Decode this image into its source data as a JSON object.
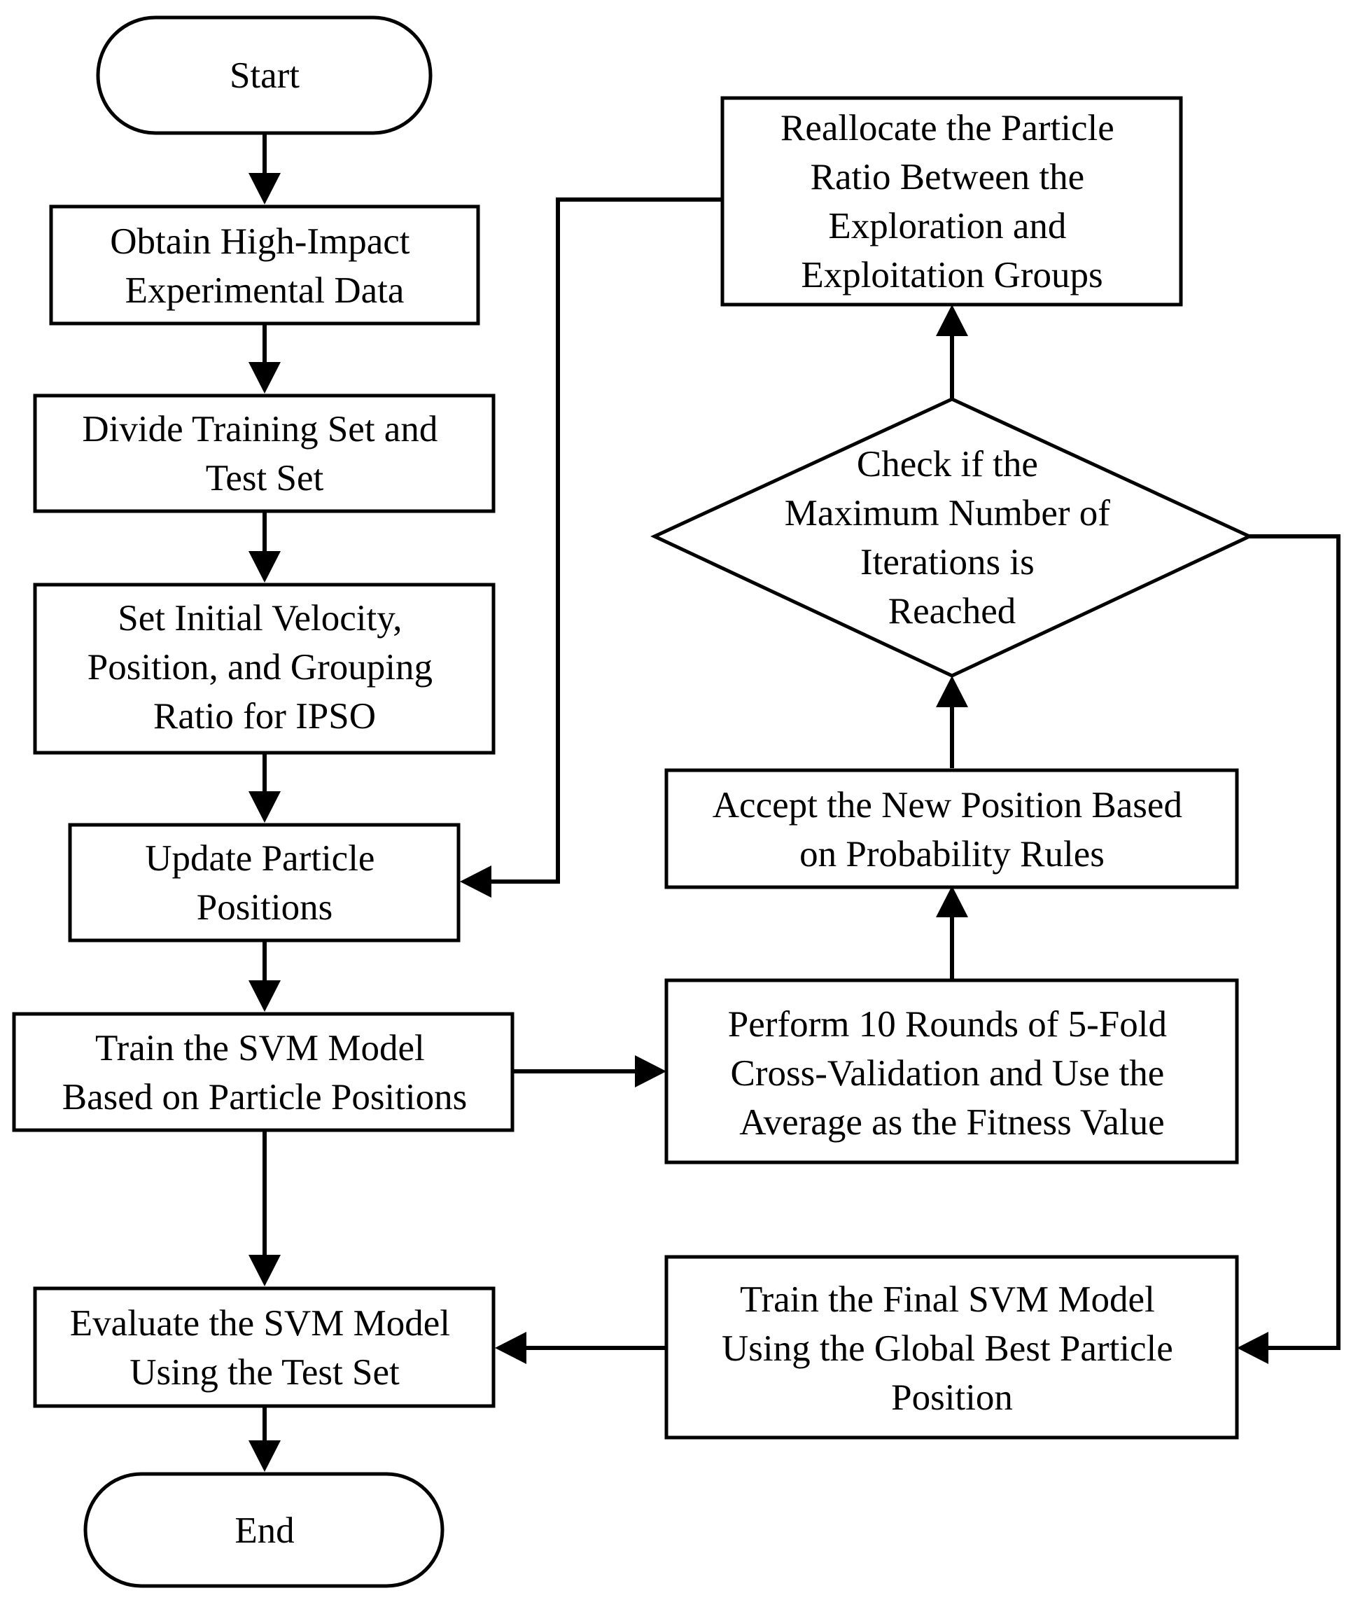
{
  "nodes": {
    "start": {
      "lines": [
        "Start"
      ]
    },
    "obtain": {
      "lines": [
        "Obtain High-Impact",
        "Experimental Data"
      ]
    },
    "divide": {
      "lines": [
        "Divide Training Set and",
        "Test Set"
      ]
    },
    "set_initial": {
      "lines": [
        "Set Initial Velocity,",
        "Position, and Grouping",
        "Ratio for IPSO"
      ]
    },
    "update": {
      "lines": [
        "Update Particle",
        "Positions"
      ]
    },
    "train": {
      "lines": [
        "Train the SVM Model",
        "Based on Particle Positions"
      ]
    },
    "evaluate": {
      "lines": [
        "Evaluate the SVM Model",
        "Using the Test Set"
      ]
    },
    "end": {
      "lines": [
        "End"
      ]
    },
    "reallocate": {
      "lines": [
        "Reallocate the Particle",
        "Ratio Between the",
        "Exploration and",
        "Exploitation Groups"
      ]
    },
    "check": {
      "lines": [
        "Check if the",
        "Maximum Number of",
        "Iterations is",
        "Reached"
      ]
    },
    "accept": {
      "lines": [
        "Accept the New Position Based",
        "on Probability Rules"
      ]
    },
    "perform": {
      "lines": [
        "Perform 10 Rounds of 5-Fold",
        "Cross-Validation and Use the",
        "Average as the Fitness Value"
      ]
    },
    "final": {
      "lines": [
        "Train the Final SVM Model",
        "Using the Global Best Particle",
        "Position"
      ]
    }
  },
  "colors": {
    "stroke": "#000000",
    "fill": "#ffffff",
    "text": "#000000"
  }
}
